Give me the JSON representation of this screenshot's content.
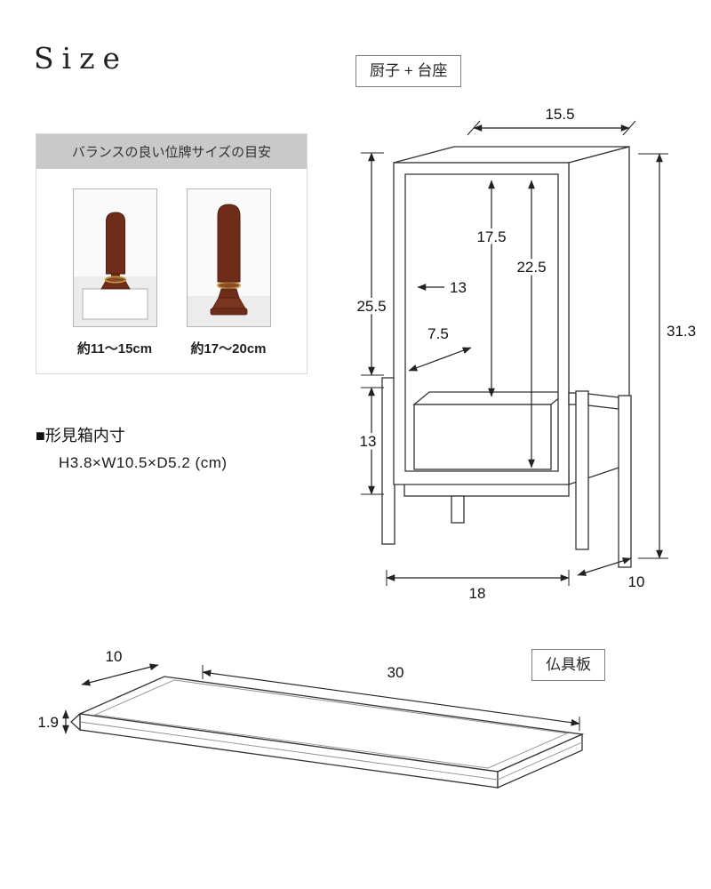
{
  "page": {
    "title": "Size"
  },
  "tablet_guide": {
    "header": "バランスの良い位牌サイズの目安",
    "items": [
      {
        "label": "約11〜15cm"
      },
      {
        "label": "約17〜20cm"
      }
    ]
  },
  "keepsake_box": {
    "heading": "■形見箱内寸",
    "size_text": "H3.8×W10.5×D5.2 (cm)"
  },
  "cabinet_diagram": {
    "tag": "厨子 + 台座",
    "dims": {
      "top_width": "15.5",
      "inner_upper_height": "17.5",
      "inner_full_height": "22.5",
      "inner_width": "13",
      "body_height": "25.5",
      "inner_depth": "7.5",
      "stand_height": "13",
      "total_height": "31.3",
      "base_width": "18",
      "base_depth": "10"
    }
  },
  "board_diagram": {
    "tag": "仏具板",
    "dims": {
      "depth": "10",
      "length": "30",
      "thickness": "1.9"
    }
  }
}
